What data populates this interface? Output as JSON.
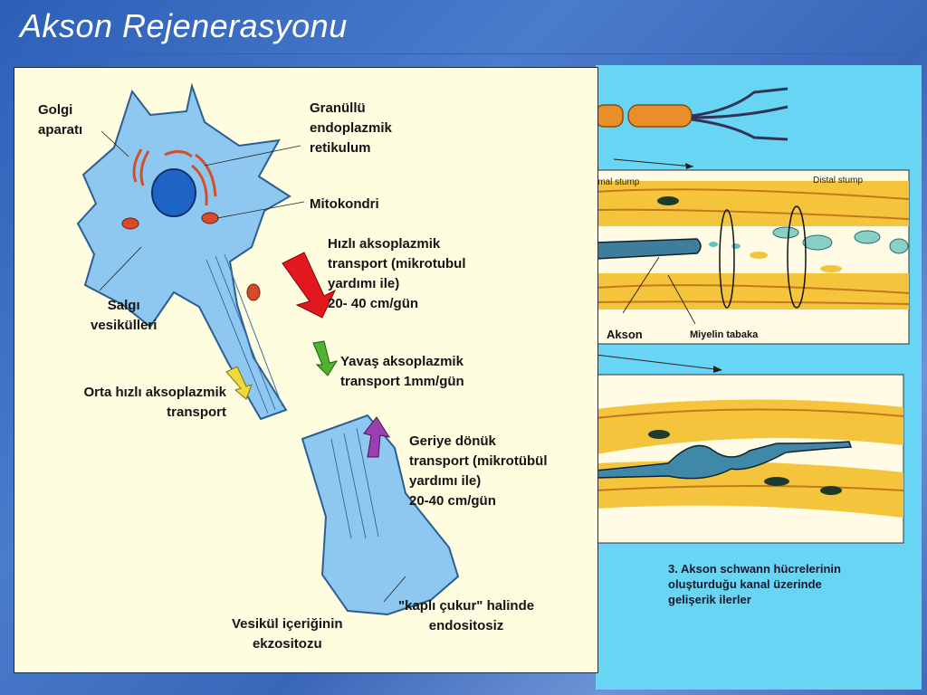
{
  "slide": {
    "title": "Akson Rejenerasyonu"
  },
  "neuron_labels": {
    "golgi": "Golgi\naparatı",
    "er": "Granüllü\nendoplazmik\nretikulum",
    "mito": "Mitokondri",
    "fast": "Hızlı aksoplazmik\ntransport (mikrotubul\nyardımı ile)\n20- 40 cm/gün",
    "secretory": "Salgı\nvesikülleri",
    "slow": "Yavaş aksoplazmik\ntransport 1mm/gün",
    "medium": "Orta hızlı aksoplazmik\ntransport",
    "retro": "Geriye dönük\ntransport (mikrotübül\nyardımı ile)\n20-40 cm/gün",
    "exo": "Vesikül içeriğinin\nekzositozu",
    "endo": "\"kaplı çukur\" halinde\nendositosiz"
  },
  "nerve_labels": {
    "proximal": "imal stump",
    "distal": "Distal stump",
    "axon": "Akson",
    "myelin": "Miyelin tabaka"
  },
  "caption": "3. Akson schwann hücrelerinin\noluşturduğu kanal üzerinde\ngelişerik ilerler",
  "colors": {
    "title_bg": "#2c5fb7",
    "panel_bg": "#fffde0",
    "neuron": "#8ec7f0",
    "nerve_yellow": "#f3c43c",
    "nerve_orange": "#e88f2a",
    "arrow_fast": "#e3171f",
    "arrow_slow": "#4db330",
    "arrow_medium": "#f0d93a",
    "arrow_retro": "#9c3fb0"
  }
}
